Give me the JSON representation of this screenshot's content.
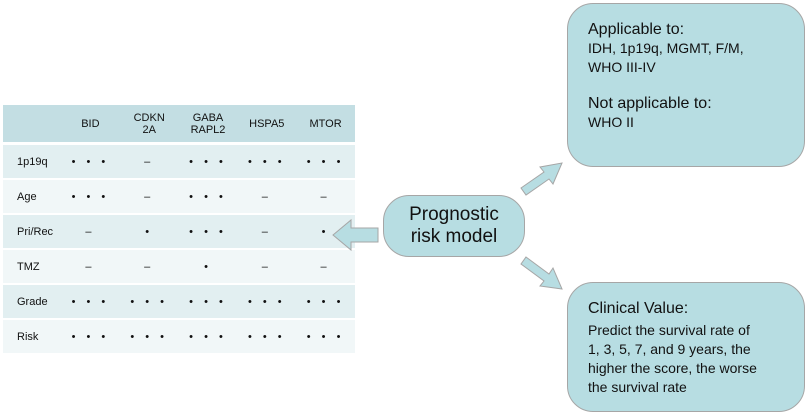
{
  "table": {
    "columns": [
      "",
      "BID",
      "CDKN\n2A",
      "GABA\nRAPL2",
      "HSPA5",
      "MTOR"
    ],
    "rows": [
      {
        "label": "1p19q",
        "cells": [
          "• • •",
          "–",
          "• • •",
          "• • •",
          "• • •"
        ]
      },
      {
        "label": "Age",
        "cells": [
          "• • •",
          "–",
          "• • •",
          "–",
          "–"
        ]
      },
      {
        "label": "Pri/Rec",
        "cells": [
          "–",
          "•",
          "• • •",
          "–",
          "•"
        ]
      },
      {
        "label": "TMZ",
        "cells": [
          "–",
          "–",
          "•",
          "–",
          "–"
        ]
      },
      {
        "label": "Grade",
        "cells": [
          "• • •",
          "• • •",
          "• • •",
          "• • •",
          "• • •"
        ]
      },
      {
        "label": "Risk",
        "cells": [
          "• • •",
          "• • •",
          "• • •",
          "• • •",
          "• • •"
        ]
      }
    ]
  },
  "center_box": {
    "line1": "Prognostic",
    "line2": "risk model"
  },
  "applicable_box": {
    "heading": "Applicable to:",
    "line1": "IDH, 1p19q, MGMT, F/M,",
    "line2": "WHO III-IV",
    "not_heading": "Not applicable to:",
    "not_line1": "WHO II"
  },
  "clinical_box": {
    "heading": "Clinical Value:",
    "line1": "Predict the survival rate of",
    "line2": "1, 3, 5, 7, and 9 years, the",
    "line3": "higher the score, the worse",
    "line4": "the survival rate"
  },
  "colors": {
    "box_fill": "#b7dde2",
    "header_fill": "#c3dee3",
    "row_odd": "#e2eff1",
    "row_even": "#f1f7f8"
  }
}
